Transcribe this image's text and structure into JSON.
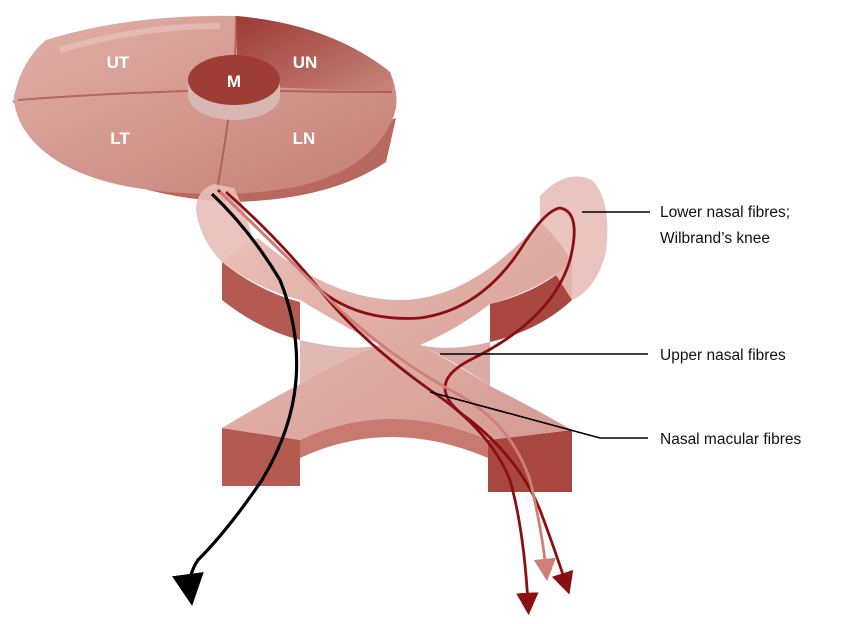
{
  "retina": {
    "quadrants": {
      "upper_temporal": "UT",
      "upper_nasal": "UN",
      "lower_temporal": "LT",
      "lower_nasal": "LN",
      "macula": "M"
    }
  },
  "callouts": {
    "lower_nasal_line1": "Lower nasal fibres;",
    "lower_nasal_line2": "Wilbrand’s knee",
    "upper_nasal": "Upper nasal  fibres",
    "nasal_macular": "Nasal macular fibres"
  },
  "colors": {
    "retina_light": "#d9a39b",
    "retina_mid": "#c78378",
    "un_quadrant": "#a8473f",
    "macula": "#9e3d36",
    "chiasm_light": "#e6b4ad",
    "chiasm_mid": "#cf8e85",
    "chiasm_dark": "#b45a50",
    "fibre_dark": "#8b0f12",
    "fibre_light": "#cf7f78",
    "temporal_fibre": "#000000"
  }
}
